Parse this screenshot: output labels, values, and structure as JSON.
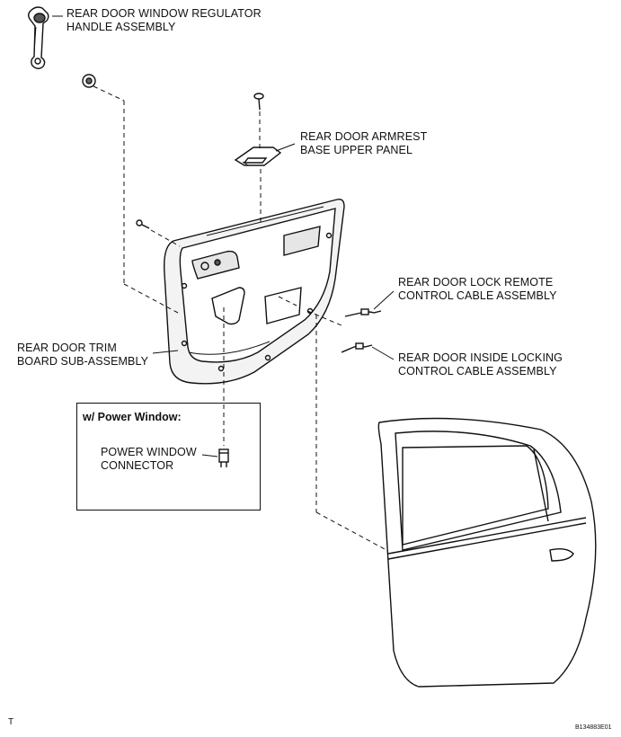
{
  "labels": {
    "regulator_handle": [
      "REAR DOOR WINDOW REGULATOR",
      "HANDLE ASSEMBLY"
    ],
    "armrest_panel": [
      "REAR DOOR ARMREST",
      "BASE UPPER PANEL"
    ],
    "lock_remote_cable": [
      "REAR DOOR LOCK REMOTE",
      "CONTROL CABLE ASSEMBLY"
    ],
    "inside_locking_cable": [
      "REAR DOOR INSIDE LOCKING",
      "CONTROL CABLE ASSEMBLY"
    ],
    "trim_board": [
      "REAR DOOR TRIM",
      "BOARD SUB-ASSEMBLY"
    ],
    "power_window_connector": [
      "POWER WINDOW",
      "CONNECTOR"
    ]
  },
  "inset": {
    "title": "w/ Power Window:"
  },
  "corner_mark": "T",
  "figure_code": "B134883E01"
}
